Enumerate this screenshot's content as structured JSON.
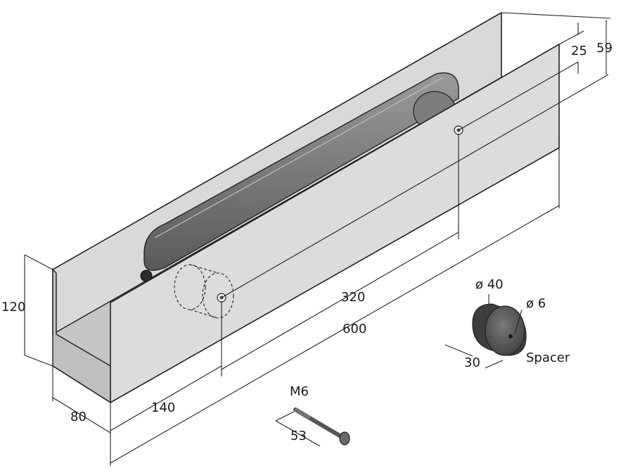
{
  "dimensions": {
    "height": "120",
    "width": "80",
    "offset": "140",
    "hole_spacing": "320",
    "length": "600",
    "top_small": "25",
    "top_large": "59",
    "screw_length": "53",
    "screw_thread": "M6",
    "spacer_outer_dia": "ø 40",
    "spacer_inner_dia": "ø 6",
    "spacer_thickness": "30"
  },
  "labels": {
    "spacer": "Spacer"
  },
  "colors": {
    "channel_face": "#d7d7d7",
    "channel_inner": "#c2c2c2",
    "sensor_body": "#6e6e6e",
    "spacer": "#4a4a4a"
  }
}
